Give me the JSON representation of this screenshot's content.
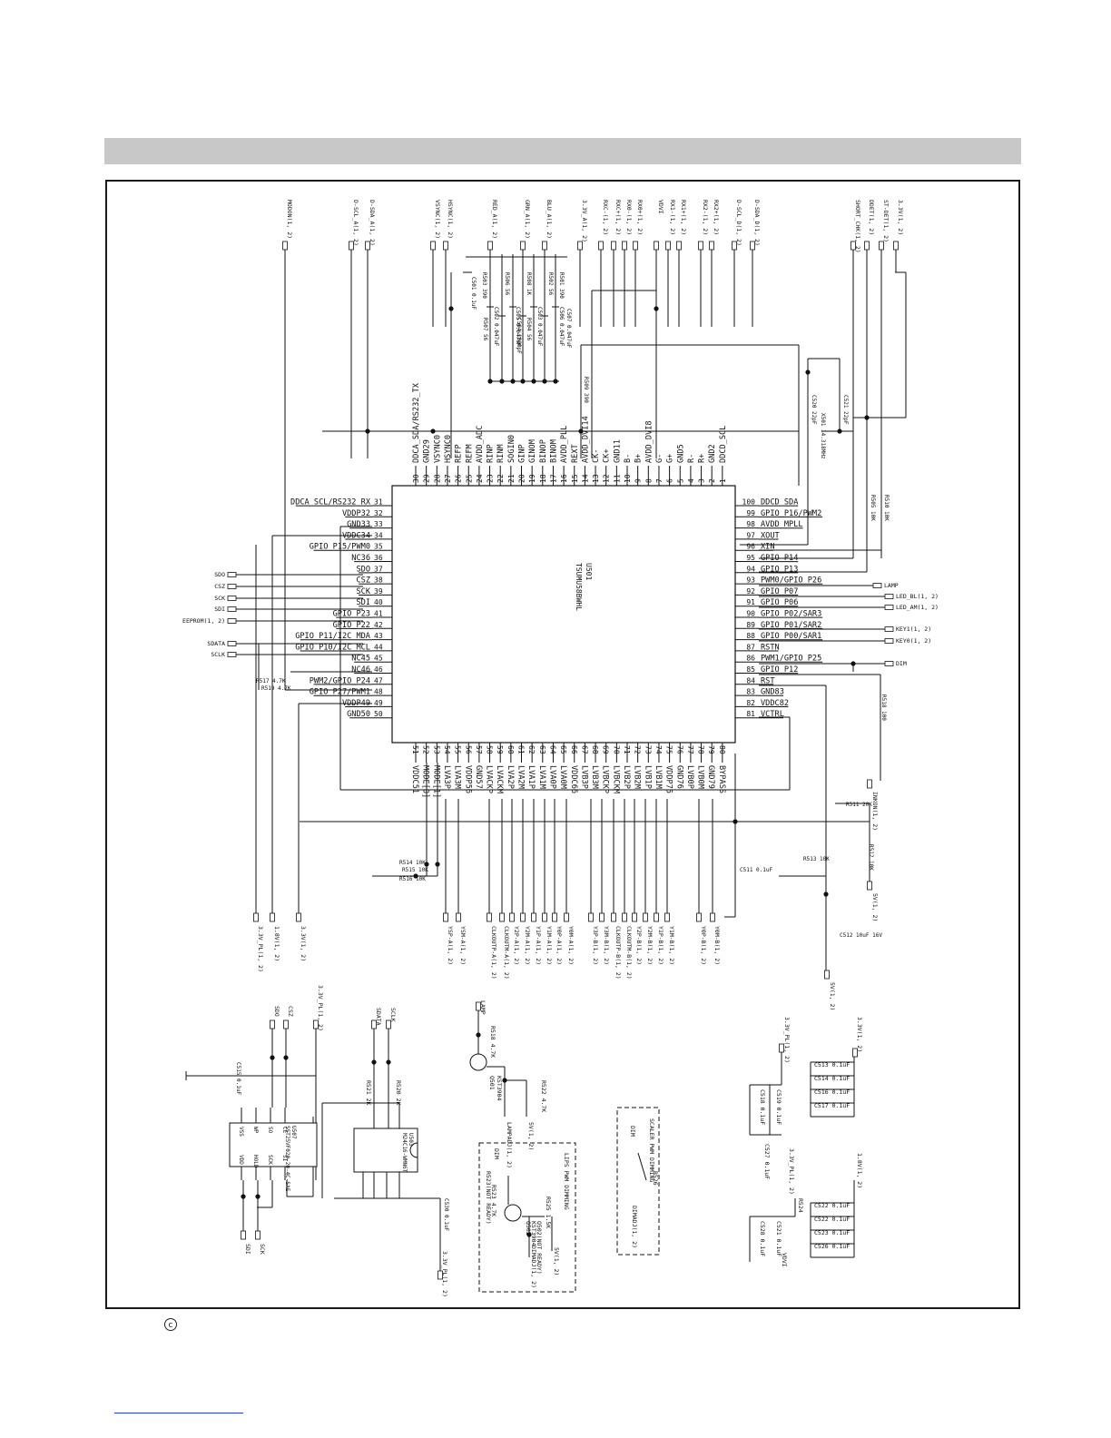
{
  "ic": {
    "ref": "U501",
    "part": "TSUMU58BWHL",
    "left_pins": [
      {
        "n": "31",
        "label": "DDCA_SCL/RS232_RX"
      },
      {
        "n": "32",
        "label": "VDDP32"
      },
      {
        "n": "33",
        "label": "GND33"
      },
      {
        "n": "34",
        "label": "VDDC34"
      },
      {
        "n": "35",
        "label": "GPIO_P15/PWM0"
      },
      {
        "n": "36",
        "label": "NC36"
      },
      {
        "n": "37",
        "label": "SDO"
      },
      {
        "n": "38",
        "label": "CSZ"
      },
      {
        "n": "39",
        "label": "SCK"
      },
      {
        "n": "40",
        "label": "SDI"
      },
      {
        "n": "41",
        "label": "GPIO_P23"
      },
      {
        "n": "42",
        "label": "GPIO_P22"
      },
      {
        "n": "43",
        "label": "GPIO_P11/I2C_MDA"
      },
      {
        "n": "44",
        "label": "GPIO_P10/I2C_MCL"
      },
      {
        "n": "45",
        "label": "NC45"
      },
      {
        "n": "46",
        "label": "NC46"
      },
      {
        "n": "47",
        "label": "PWM2/GPIO_P24"
      },
      {
        "n": "48",
        "label": "GPIO_P27/PWM1"
      },
      {
        "n": "49",
        "label": "VDDP49"
      },
      {
        "n": "50",
        "label": "GND50"
      }
    ],
    "right_pins": [
      {
        "n": "100",
        "label": "DDCD_SDA"
      },
      {
        "n": "99",
        "label": "GPIO_P16/PWM2"
      },
      {
        "n": "98",
        "label": "AVDD_MPLL"
      },
      {
        "n": "97",
        "label": "XOUT"
      },
      {
        "n": "96",
        "label": "XIN"
      },
      {
        "n": "95",
        "label": "GPIO_P14"
      },
      {
        "n": "94",
        "label": "GPIO_P13"
      },
      {
        "n": "93",
        "label": "PWM0/GPIO_P26"
      },
      {
        "n": "92",
        "label": "GPIO_P07"
      },
      {
        "n": "91",
        "label": "GPIO_P06"
      },
      {
        "n": "90",
        "label": "GPIO_P02/SAR3"
      },
      {
        "n": "89",
        "label": "GPIO_P01/SAR2"
      },
      {
        "n": "88",
        "label": "GPIO_P00/SAR1"
      },
      {
        "n": "87",
        "label": "RSTN"
      },
      {
        "n": "86",
        "label": "PWM1/GPIO_P25"
      },
      {
        "n": "85",
        "label": "GPIO_P12"
      },
      {
        "n": "84",
        "label": "RST"
      },
      {
        "n": "83",
        "label": "GND83"
      },
      {
        "n": "82",
        "label": "VDDC82"
      },
      {
        "n": "81",
        "label": "VCTRL"
      }
    ],
    "top_pins": [
      {
        "n": "30",
        "label": "DDCA_SDA/RS232_TX"
      },
      {
        "n": "29",
        "label": "GND29"
      },
      {
        "n": "28",
        "label": "VSYNC0"
      },
      {
        "n": "27",
        "label": "HSYNC0"
      },
      {
        "n": "26",
        "label": "REFP"
      },
      {
        "n": "25",
        "label": "REFM"
      },
      {
        "n": "24",
        "label": "AVDD_ADC"
      },
      {
        "n": "23",
        "label": "RINP"
      },
      {
        "n": "22",
        "label": "RINM"
      },
      {
        "n": "21",
        "label": "SOGIN0"
      },
      {
        "n": "20",
        "label": "GINP"
      },
      {
        "n": "19",
        "label": "GINOM"
      },
      {
        "n": "18",
        "label": "BINOP"
      },
      {
        "n": "17",
        "label": "BINOM"
      },
      {
        "n": "16",
        "label": "AVDD_PLL"
      },
      {
        "n": "15",
        "label": "REXT"
      },
      {
        "n": "14",
        "label": "AVDD_DVI14"
      },
      {
        "n": "13",
        "label": "CK-"
      },
      {
        "n": "12",
        "label": "CK+"
      },
      {
        "n": "11",
        "label": "GND11"
      },
      {
        "n": "10",
        "label": "B-"
      },
      {
        "n": "9",
        "label": "B+"
      },
      {
        "n": "8",
        "label": "AVDD_DVI8"
      },
      {
        "n": "7",
        "label": "G-"
      },
      {
        "n": "6",
        "label": "G+"
      },
      {
        "n": "5",
        "label": "GND5"
      },
      {
        "n": "4",
        "label": "R-"
      },
      {
        "n": "3",
        "label": "R+"
      },
      {
        "n": "2",
        "label": "GND2"
      },
      {
        "n": "1",
        "label": "DDCD_SCL"
      }
    ],
    "bottom_pins": [
      {
        "n": "51",
        "label": "VDDC51"
      },
      {
        "n": "52",
        "label": "MODE[0]"
      },
      {
        "n": "53",
        "label": "MODE[1]"
      },
      {
        "n": "54",
        "label": "LVA3P"
      },
      {
        "n": "55",
        "label": "LVA3M"
      },
      {
        "n": "56",
        "label": "VDDP56"
      },
      {
        "n": "57",
        "label": "GND57"
      },
      {
        "n": "58",
        "label": "LVACKP"
      },
      {
        "n": "59",
        "label": "LVACKM"
      },
      {
        "n": "60",
        "label": "LVA2P"
      },
      {
        "n": "61",
        "label": "LVA2M"
      },
      {
        "n": "62",
        "label": "LVA1P"
      },
      {
        "n": "63",
        "label": "LVA1M"
      },
      {
        "n": "64",
        "label": "LVA0P"
      },
      {
        "n": "65",
        "label": "LVA0M"
      },
      {
        "n": "66",
        "label": "VDDC66"
      },
      {
        "n": "67",
        "label": "LVB3P"
      },
      {
        "n": "68",
        "label": "LVB3M"
      },
      {
        "n": "69",
        "label": "LVBCKP"
      },
      {
        "n": "70",
        "label": "LVBCKM"
      },
      {
        "n": "71",
        "label": "LVB2P"
      },
      {
        "n": "72",
        "label": "LVB2M"
      },
      {
        "n": "73",
        "label": "LVB1P"
      },
      {
        "n": "74",
        "label": "LVB1M"
      },
      {
        "n": "75",
        "label": "VDDP75"
      },
      {
        "n": "76",
        "label": "GND76"
      },
      {
        "n": "77",
        "label": "LVB0P"
      },
      {
        "n": "78",
        "label": "LVB0M"
      },
      {
        "n": "79",
        "label": "GND79"
      },
      {
        "n": "80",
        "label": "BYPASS"
      }
    ]
  },
  "top_nets": [
    "MODON(1, 2)",
    "D-SCL_A(1, 2)",
    "D-SDA_A(1, 2)",
    "VSYNC(1, 2)",
    "HSYNC(1, 2)",
    "RED_A(1, 2)",
    "GRN_A(1, 2)",
    "BLU_A(1, 2)",
    "3.3V_A(1, 2)",
    "RXC-(1, 2)",
    "RXC+(1, 2)",
    "RX0-(1, 2)",
    "RX0+(1, 2)",
    "VDVI",
    "RX1-(1, 2)",
    "RX1+(1, 2)",
    "RX2-(1, 2)",
    "RX2+(1, 2)",
    "D-SCL_D(1, 2)",
    "D-SDA_D(1, 2)",
    "SHORT_CHK(1, 2)",
    "DDET(1, 2)",
    "ST-DET(1, 2)",
    "3.3V(1, 2)"
  ],
  "left_nets": [
    "SDO",
    "CSZ",
    "SCK",
    "SDI",
    "EEPROM(1, 2)",
    "SDATA",
    "SCLK"
  ],
  "right_nets": [
    "LAMP",
    "LED_BL(1, 2)",
    "LED_AM(1, 2)",
    "KEY1(1, 2)",
    "KEY0(1, 2)",
    "DIM",
    "INKON(1, 2)",
    "5V(1, 2)",
    "5V(1, 2)"
  ],
  "bottom_nets": [
    "3.3V_PL(1, 2)",
    "1.8V(1, 2)",
    "3.3V(1, 2)",
    "YSP-A(1, 2)",
    "YSM-A(1, 2)",
    "CLKOUTP-A(1, 2)",
    "CLKOUTM-A(1, 2)",
    "Y2P-A(1, 2)",
    "Y2M-A(1, 2)",
    "Y1P-A(1, 2)",
    "Y1M-A(1, 2)",
    "Y0P-A(1, 2)",
    "Y0M-A(1, 2)",
    "Y3P-B(1, 2)",
    "Y3M-B(1, 2)",
    "CLKOUTP-B(1, 2)",
    "CLKOUTM-B(1, 2)",
    "Y2P-B(1, 2)",
    "Y2M-B(1, 2)",
    "Y1P-B(1, 2)",
    "Y1M-B(1, 2)",
    "Y0P-B(1, 2)",
    "Y0M-B(1, 2)"
  ],
  "components": [
    "C501 0.1uF",
    "R503 390",
    "C502 0.047uF",
    "R507 56",
    "C505 0.047uF",
    "R506 56",
    "C504 1000pF",
    "R508 1K",
    "C503 0.047uF",
    "R504 56",
    "C506 0.047uF",
    "R502 56",
    "R501 390",
    "C507 0.047uF",
    "R509 390",
    "X501 14.318MHz",
    "C520 22pF",
    "C521 22pF",
    "R505 10K",
    "R510 10K",
    "R512 10K",
    "R518 100",
    "R511 20K",
    "R513 10K",
    "R514 10K",
    "R515 10K",
    "R516 10K",
    "R517 4.7K",
    "R519 4.7K",
    "C511 0.1uF",
    "C512 10uF 16V"
  ],
  "sub_blocks": {
    "flash": {
      "ref": "U507",
      "part": "SST25VF020-20-4C-SAE",
      "pins": [
        "CE",
        "SO",
        "WP",
        "VSS",
        "VDD",
        "HOLD",
        "SCK",
        "SI"
      ],
      "nets": [
        "SDO",
        "CSZ",
        "3.3V_PL(1, 2)",
        "SDI",
        "SCK"
      ],
      "cap": "C515 0.1uF"
    },
    "eeprom": {
      "ref": "U503",
      "part": "M24C16-WMN6T",
      "nets": [
        "SDATA",
        "SCLK",
        "3.3V_PL(1, 2)"
      ],
      "resistors": [
        "R521 2K",
        "R520 2K"
      ],
      "cap": "C530 0.1uF"
    },
    "lamp_driver": {
      "ref": "Q501",
      "part": "KST3904",
      "nets": [
        "LAMP",
        "LAMPADJ(1, 2)",
        "5V(1, 2)"
      ],
      "resistors": [
        "R518 4.7K",
        "R522 4.7K"
      ]
    },
    "lips_dimming": {
      "title": "LIPS PWM DIMMING",
      "ref": "Q502",
      "part": "KST3904",
      "nets": [
        "DIM",
        "DIMADJ(1, 2)",
        "5V(1, 2)"
      ],
      "resistors": [
        "R523 4.7K",
        "R525 1.5K"
      ],
      "notes": [
        "R523(NOT READY)",
        "Q502(NOT READY)"
      ]
    },
    "scaler_dimming": {
      "title": "SCALER PWM DIMMING",
      "nets": [
        "DIM",
        "DIMADJ(1, 2)"
      ],
      "resistor": "R526"
    },
    "decoupling_33": {
      "net": "3.3V_PL(1, 2)",
      "net2": "3.3V(1, 2)",
      "caps": [
        "C518 0.1uF",
        "C519 0.1uF",
        "C527 0.1uF",
        "C513 0.1uF",
        "C514 0.1uF",
        "C516 0.1uF",
        "C517 0.1uF"
      ]
    },
    "decoupling_18": {
      "net": "3.3V_PL(1, 2)",
      "net2": "1.8V(1, 2)",
      "net3": "VDVI",
      "resistor": "R524",
      "caps": [
        "C522 0.1uF",
        "C528 0.1uF",
        "C521 0.1uF",
        "C522 0.1uF",
        "C523 0.1uF",
        "C526 0.1uF"
      ]
    }
  }
}
